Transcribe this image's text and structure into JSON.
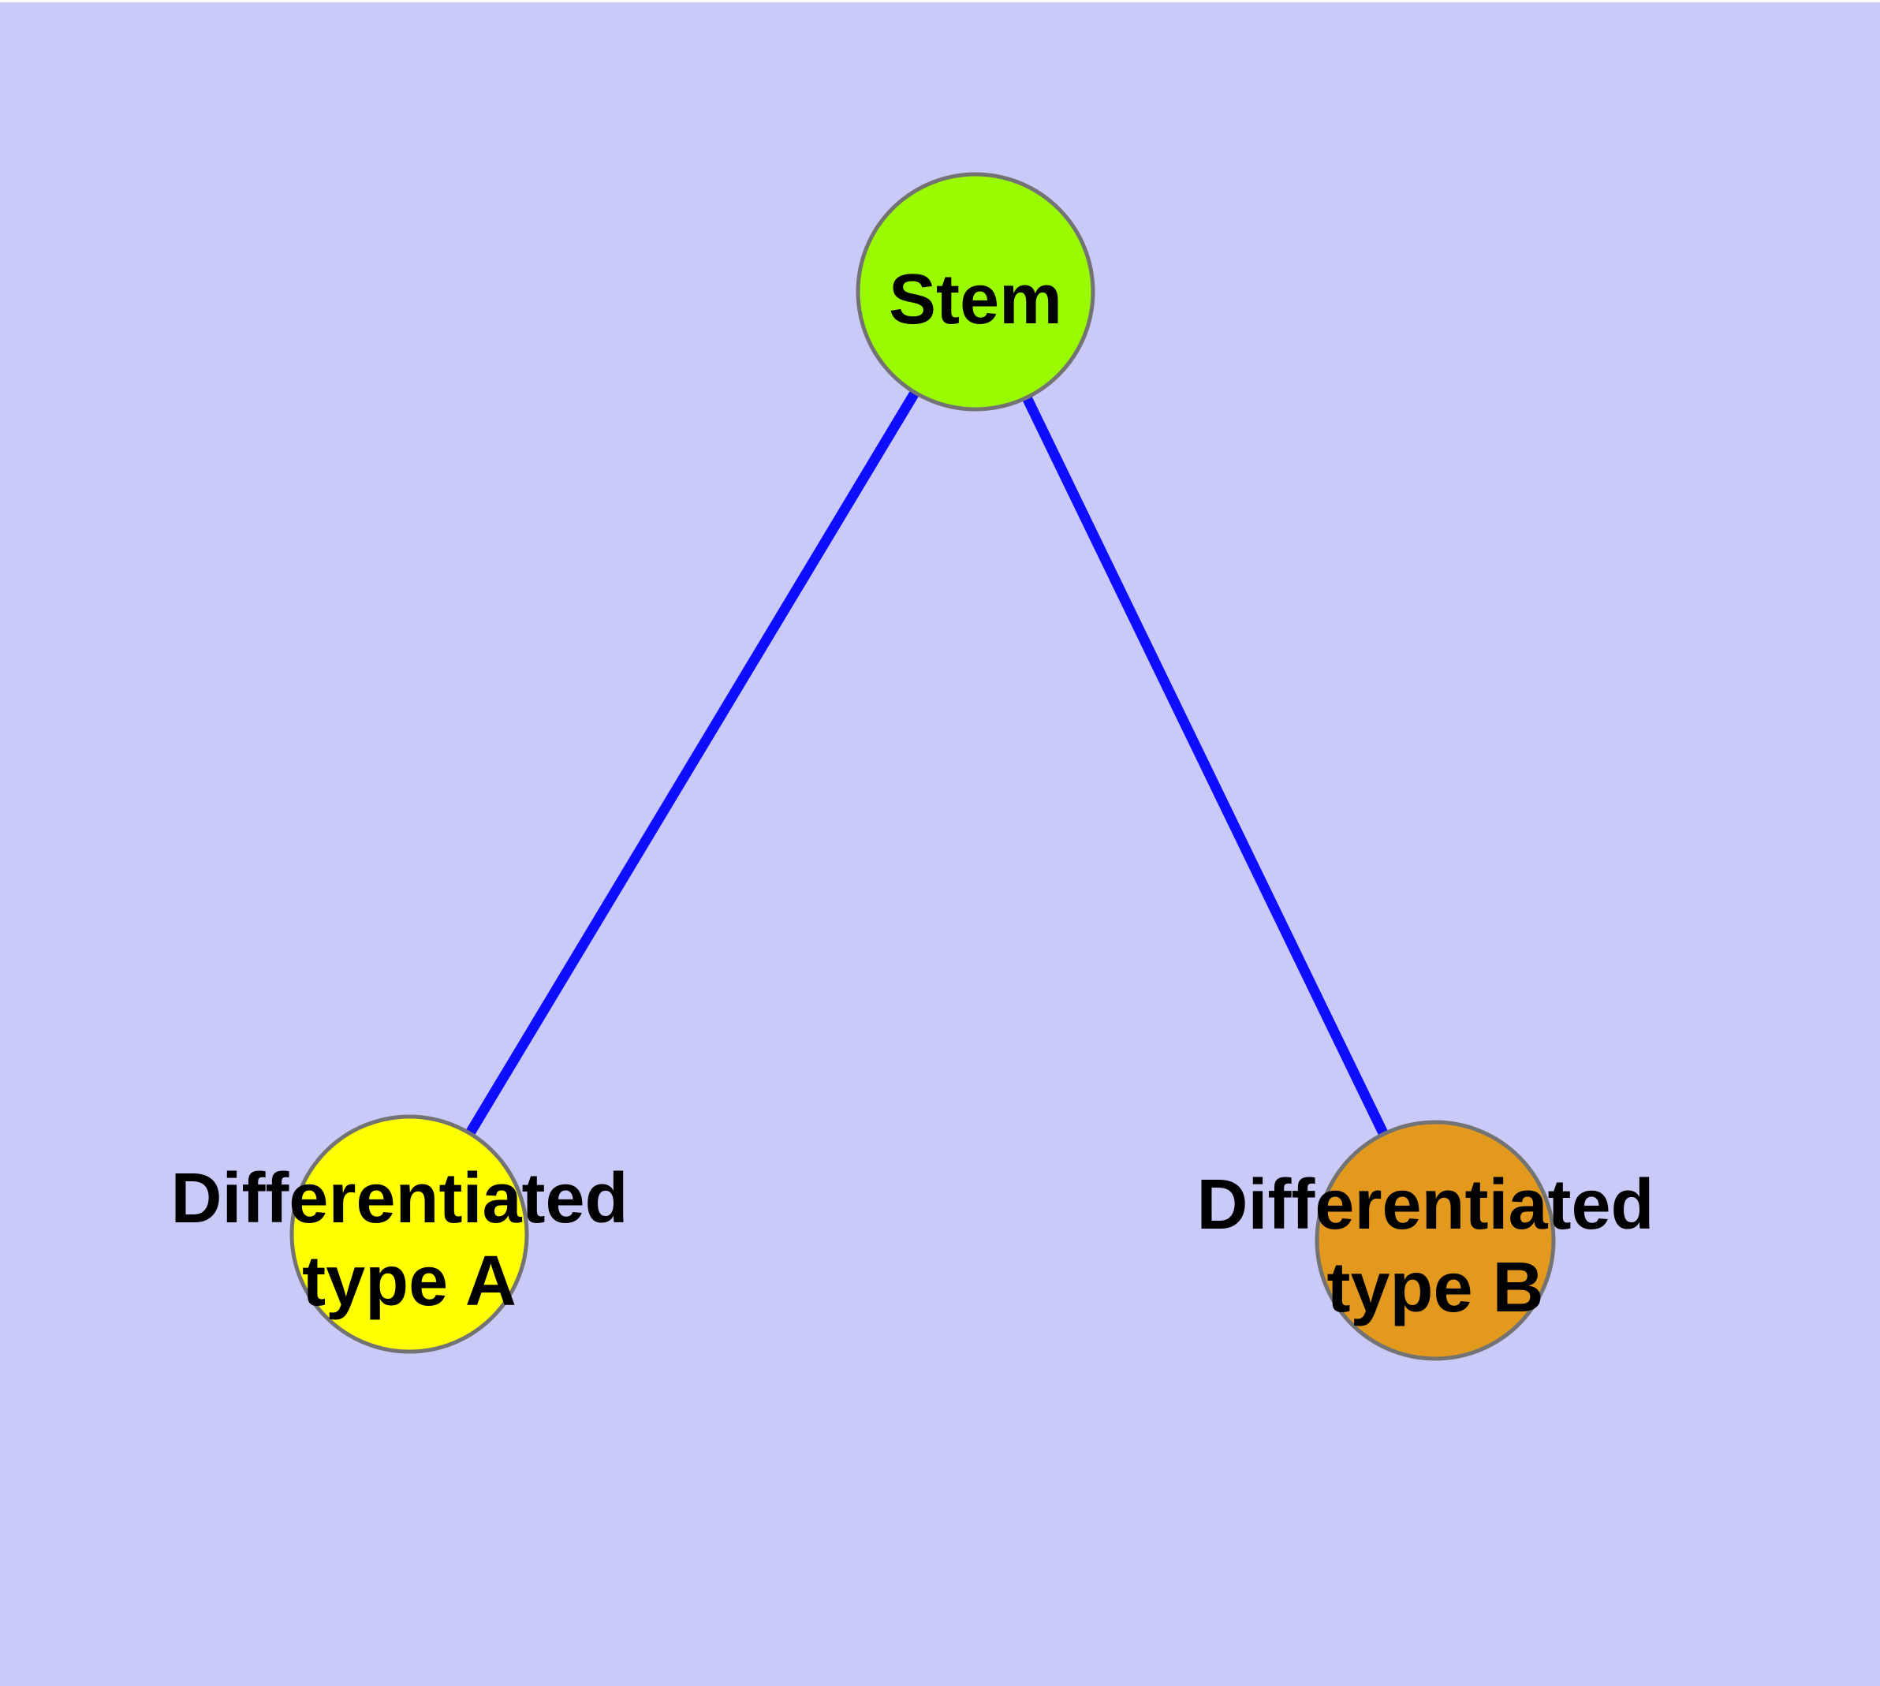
{
  "canvas": {
    "background_color": "#CACAF8",
    "top_strip_color": "#FBFBFF"
  },
  "graph": {
    "type": "node-link-diagram",
    "edge_color": "#0D0DFF",
    "node_border_color": "#737373",
    "label_color": "#000000",
    "nodes": [
      {
        "id": "stem",
        "label": "Stem",
        "fill": "#9AFB00"
      },
      {
        "id": "diff-a",
        "label_line1": "Differentiated",
        "label_line2": "type A",
        "fill": "#FFFF00"
      },
      {
        "id": "diff-b",
        "label_line1": "Differentiated",
        "label_line2": "type B",
        "fill": "#E2991E"
      }
    ],
    "edges": [
      {
        "from": "Stem",
        "to": "Differentiated type A"
      },
      {
        "from": "Stem",
        "to": "Differentiated type B"
      }
    ]
  }
}
